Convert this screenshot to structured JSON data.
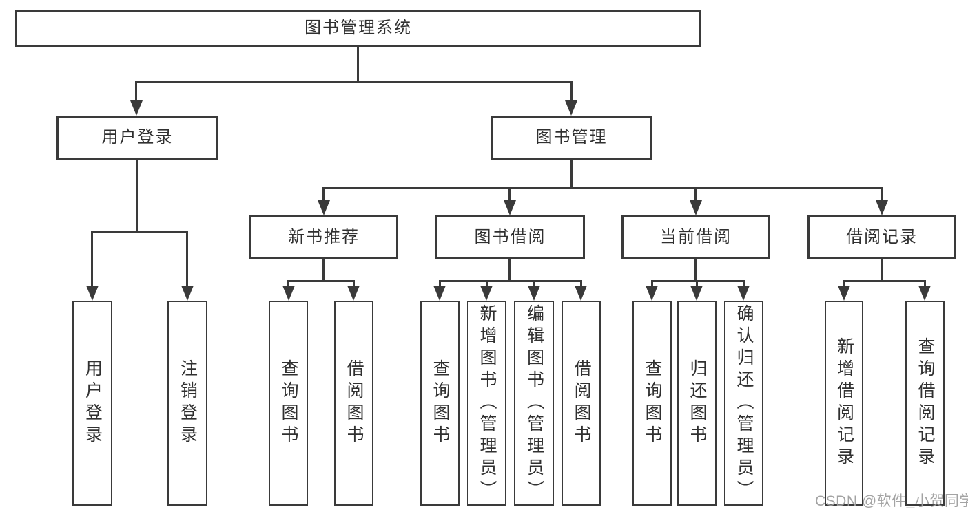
{
  "diagram": {
    "root": {
      "label": "图书管理系统"
    },
    "level2": [
      {
        "id": "user-login",
        "label": "用户登录"
      },
      {
        "id": "book-management",
        "label": "图书管理"
      }
    ],
    "level3": [
      {
        "id": "new-book-recommend",
        "label": "新书推荐"
      },
      {
        "id": "book-borrowing",
        "label": "图书借阅"
      },
      {
        "id": "current-borrowing",
        "label": "当前借阅"
      },
      {
        "id": "borrowing-records",
        "label": "借阅记录"
      }
    ],
    "leaves": [
      {
        "label": "用户登录"
      },
      {
        "label": "注销登录"
      },
      {
        "label": "查询图书"
      },
      {
        "label": "借阅图书"
      },
      {
        "label": "查询图书"
      },
      {
        "label": "新增图书（管理员）"
      },
      {
        "label": "编辑图书（管理员）"
      },
      {
        "label": "借阅图书"
      },
      {
        "label": "查询图书"
      },
      {
        "label": "归还图书"
      },
      {
        "label": "确认归还（管理员）"
      },
      {
        "label": "新增借阅记录"
      },
      {
        "label": "查询借阅记录"
      }
    ]
  },
  "watermark": {
    "text": "CSDN @软件_小贺同学"
  },
  "colors": {
    "line": "#3a3a3a",
    "text": "#303030",
    "watermark": "#9e9e9e",
    "background": "#ffffff"
  }
}
